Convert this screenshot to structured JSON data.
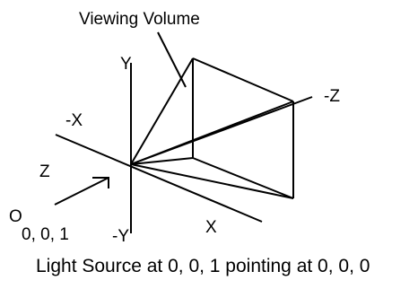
{
  "diagram": {
    "title_label": "Viewing Volume",
    "axis_labels": {
      "y_pos": "Y",
      "y_neg": "-Y",
      "x_pos": "X",
      "x_neg": "-X",
      "z_pos": "Z",
      "z_neg": "-Z"
    },
    "light_source": {
      "symbol": "O",
      "coords": "0, 0, 1"
    },
    "caption": "Light Source at 0, 0, 1 pointing at 0, 0, 0"
  }
}
